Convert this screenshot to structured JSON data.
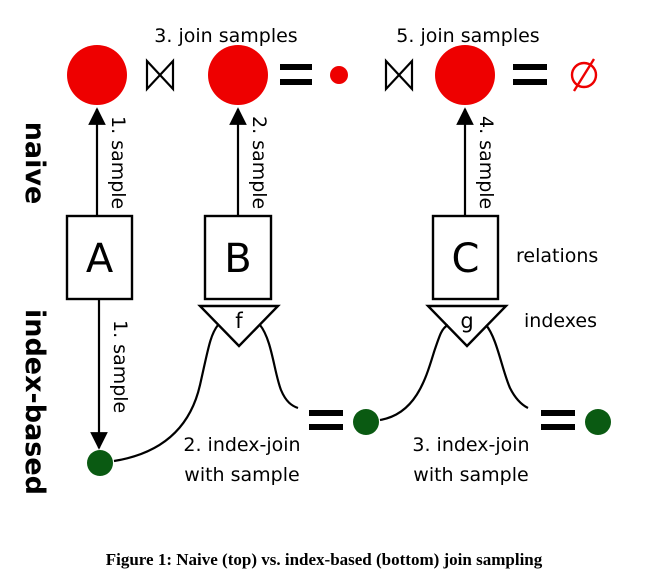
{
  "labels": {
    "join_samples_1": "3. join samples",
    "join_samples_2": "5. join samples",
    "sample_a": "1. sample",
    "sample_b": "2. sample",
    "sample_c": "4. sample",
    "sample_index": "1. sample",
    "relations": "relations",
    "indexes": "indexes",
    "index_join_1_line1": "2. index-join",
    "index_join_1_line2": "with sample",
    "index_join_2_line1": "3. index-join",
    "index_join_2_line2": "with sample"
  },
  "relations": [
    "A",
    "B",
    "C"
  ],
  "indexes": [
    "f",
    "g"
  ],
  "side_labels": {
    "naive": "naive",
    "index_based": "index-based"
  },
  "caption": "Figure 1: Naive (top) vs. index-based (bottom) join sampling",
  "colors": {
    "naive_sample": "#ee0000",
    "index_sample": "#0a5a12",
    "line": "#000000"
  }
}
